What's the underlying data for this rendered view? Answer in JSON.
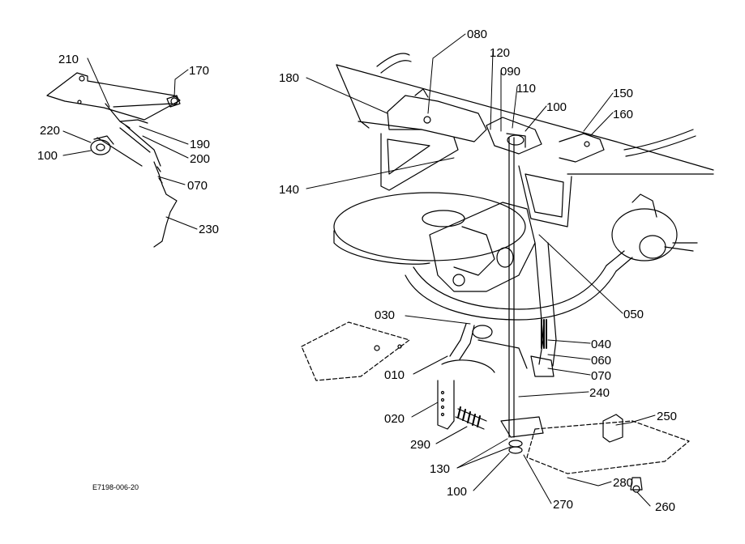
{
  "diagram": {
    "drawing_code": "E7198-006-20",
    "callouts": {
      "c210": "210",
      "c170": "170",
      "c220": "220",
      "c100_left": "100",
      "c190": "190",
      "c200": "200",
      "c070_left": "070",
      "c230": "230",
      "c180": "180",
      "c080": "080",
      "c120": "120",
      "c090": "090",
      "c110": "110",
      "c100_top": "100",
      "c150": "150",
      "c160": "160",
      "c140": "140",
      "c050": "050",
      "c030": "030",
      "c040": "040",
      "c060": "060",
      "c010": "010",
      "c070_right": "070",
      "c240": "240",
      "c020": "020",
      "c250": "250",
      "c290": "290",
      "c130": "130",
      "c280": "280",
      "c100_bottom": "100",
      "c260": "260",
      "c270": "270"
    }
  }
}
